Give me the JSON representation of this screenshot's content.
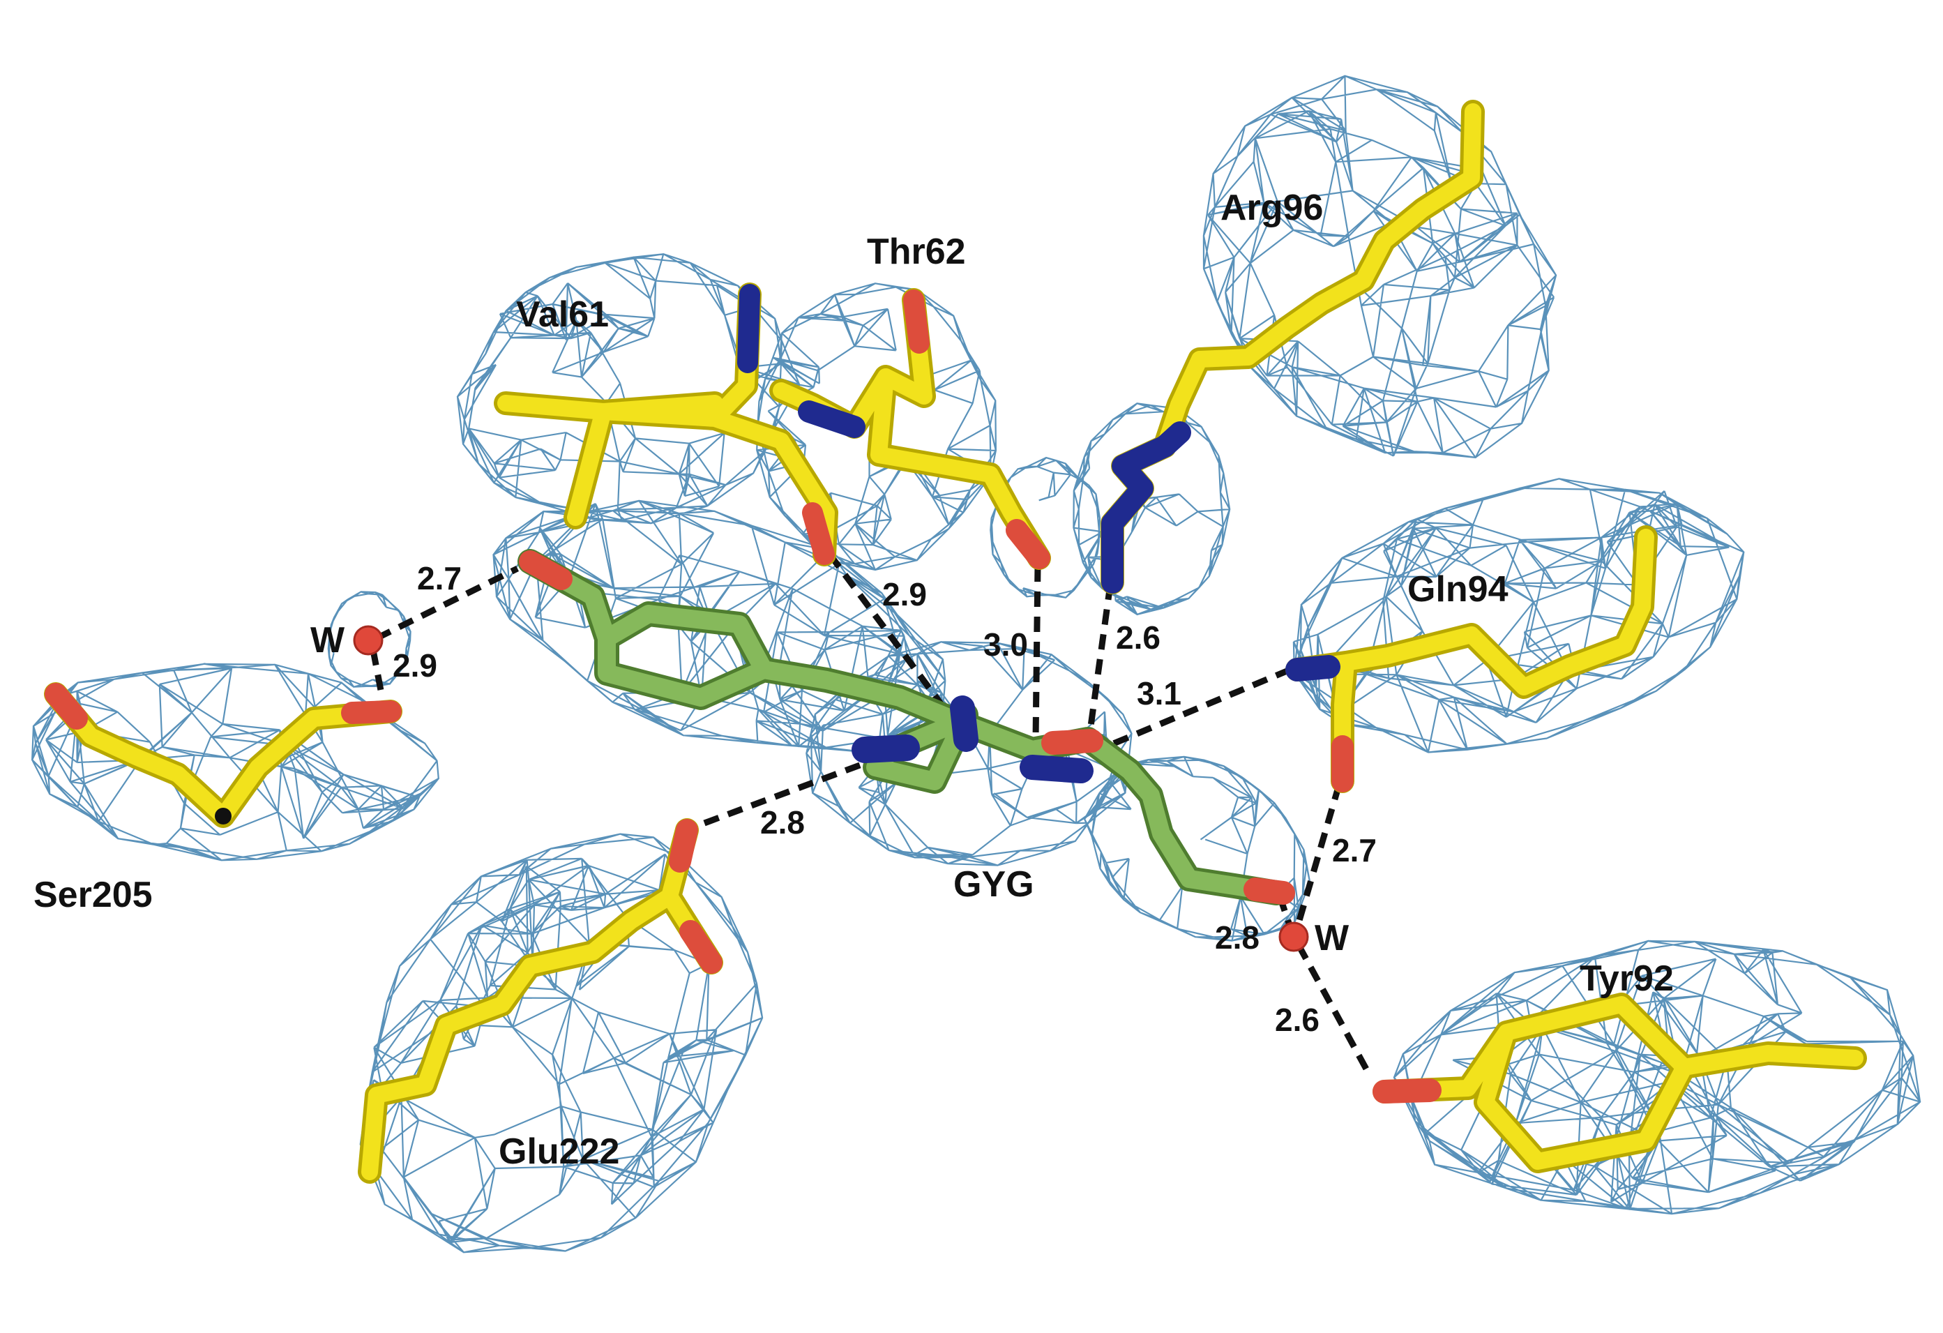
{
  "colors": {
    "background": "#ffffff",
    "mesh": "#3d7fae",
    "carbon_protein": "#f2e21c",
    "carbon_protein_shade": "#b8a800",
    "carbon_chromophore": "#86b95b",
    "carbon_chromophore_shade": "#4f7d2f",
    "nitrogen": "#1f2a8f",
    "oxygen": "#dd4d3c",
    "water": "#e0483a",
    "hbond": "#111111"
  },
  "residues": {
    "val61": "Val61",
    "thr62": "Thr62",
    "arg96": "Arg96",
    "gln94": "Gln94",
    "ser205": "Ser205",
    "glu222": "Glu222",
    "tyr92": "Tyr92",
    "chromophore": "GYG"
  },
  "waters": {
    "left": "W",
    "right": "W"
  },
  "distances": {
    "w_chromophore_oh": "2.7",
    "w_ser205": "2.9",
    "val61_o": "2.9",
    "thr62_o": "3.0",
    "arg96_n": "2.6",
    "gln94_n": "3.1",
    "glu222_o": "2.8",
    "gln94_o_w": "2.7",
    "gyg_o_w": "2.8",
    "w_tyr92": "2.6"
  }
}
